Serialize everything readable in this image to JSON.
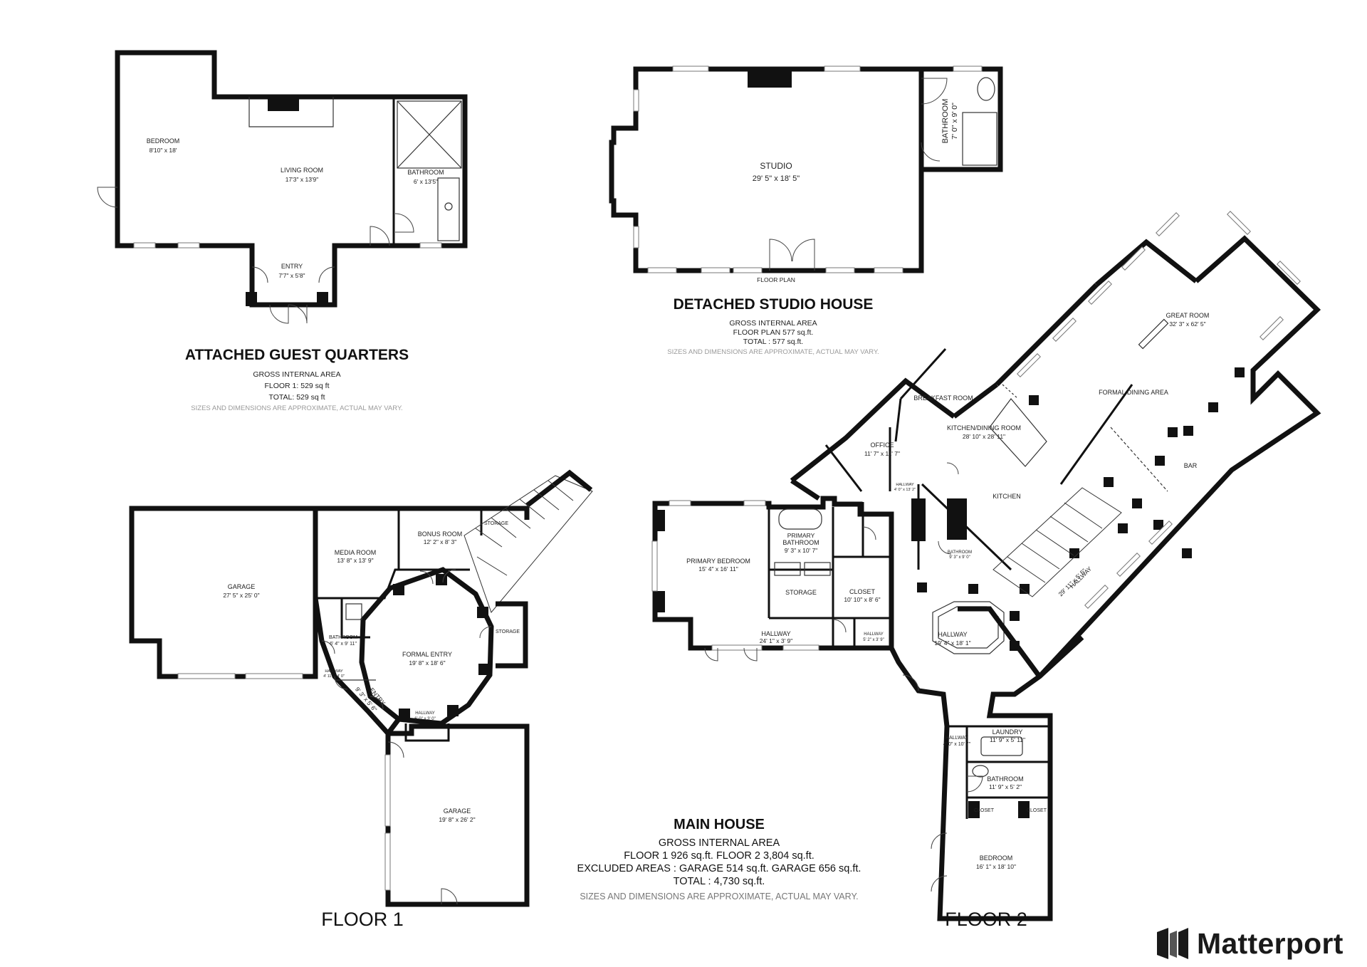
{
  "guest_quarters": {
    "title": "ATTACHED GUEST QUARTERS",
    "area_heading": "GROSS INTERNAL AREA",
    "floor1": "FLOOR 1: 529 sq ft",
    "total": "TOTAL: 529 sq ft",
    "note": "SIZES AND DIMENSIONS ARE APPROXIMATE, ACTUAL MAY VARY.",
    "rooms": {
      "bedroom": {
        "name": "BEDROOM",
        "dim": "8'10\" x 18'"
      },
      "living": {
        "name": "LIVING ROOM",
        "dim": "17'3\" x 13'9\""
      },
      "bathroom": {
        "name": "BATHROOM",
        "dim": "6' x 13'5\""
      },
      "entry": {
        "name": "ENTRY",
        "dim": "7'7\" x 5'8\""
      }
    }
  },
  "studio": {
    "title": "DETACHED STUDIO HOUSE",
    "area_heading": "GROSS INTERNAL AREA",
    "floor_plan_area": "FLOOR PLAN 577 sq.ft.",
    "total": "TOTAL :  577 sq.ft.",
    "note": "SIZES AND DIMENSIONS ARE APPROXIMATE, ACTUAL MAY VARY.",
    "floor_plan_label": "FLOOR PLAN",
    "rooms": {
      "studio": {
        "name": "STUDIO",
        "dim": "29' 5\" x 18' 5\""
      },
      "bathroom": {
        "name": "BATHROOM",
        "dim": "7' 0\" x 9' 0\""
      }
    }
  },
  "floor1": {
    "label": "FLOOR 1",
    "rooms": {
      "garage_a": {
        "name": "GARAGE",
        "dim": "27' 5\" x 25' 0\""
      },
      "media": {
        "name": "MEDIA ROOM",
        "dim": "13' 8\" x 13' 9\""
      },
      "bonus": {
        "name": "BONUS ROOM",
        "dim": "12' 2\" x 8' 3\""
      },
      "storage_top": {
        "name": "STORAGE"
      },
      "storage_side": {
        "name": "STORAGE"
      },
      "bathroom": {
        "name": "BATHROOM",
        "dim": "6' 4\" x 9' 11\""
      },
      "formal_entry": {
        "name": "FORMAL ENTRY",
        "dim": "19' 8\" x 18' 6\""
      },
      "hallway_a": {
        "name": "HALLWAY",
        "dim": "4' 11\" x 4' 0\""
      },
      "entry": {
        "name": "ENTRY",
        "dim": "9' 3\" x 5' 6\""
      },
      "hallway_b": {
        "name": "HALLWAY",
        "dim": "6' 0\" x 3' 0\""
      },
      "garage_b": {
        "name": "GARAGE",
        "dim": "19' 8\" x 26' 2\""
      }
    }
  },
  "floor2": {
    "label": "FLOOR 2",
    "rooms": {
      "great_room": {
        "name": "GREAT ROOM",
        "dim": "32' 3\" x 62' 5\""
      },
      "formal_dining": {
        "name": "FORMAL DINING AREA"
      },
      "breakfast": {
        "name": "BREAKFAST ROOM"
      },
      "kitchen_dining": {
        "name": "KITCHEN/DINING ROOM",
        "dim": "28' 10\" x 28' 11\""
      },
      "office": {
        "name": "OFFICE",
        "dim": "11' 7\" x 11' 7\""
      },
      "kitchen": {
        "name": "KITCHEN"
      },
      "bar": {
        "name": "BAR"
      },
      "hallway_small": {
        "name": "HALLWAY",
        "dim": "4' 0\" x 13' 2\""
      },
      "bathroom_small": {
        "name": "BATHROOM",
        "dim": "9' 3\" x 9' 0\""
      },
      "hallway_long": {
        "name": "HALLWAY",
        "dim": "29' 11\" x 5' 5\""
      },
      "primary_bedroom": {
        "name": "PRIMARY BEDROOM",
        "dim": "15' 4\" x 16' 11\""
      },
      "primary_bathroom": {
        "name": "PRIMARY BATHROOM",
        "dim": "9' 3\" x 10' 7\""
      },
      "storage": {
        "name": "STORAGE"
      },
      "closet": {
        "name": "CLOSET",
        "dim": "10' 10\" x 8' 6\""
      },
      "hallway_primary": {
        "name": "HALLWAY",
        "dim": "24' 1\" x 3' 9\""
      },
      "hallway_tiny": {
        "name": "HALLWAY",
        "dim": "5' 2\" x 3' 9\""
      },
      "hallway_foyer": {
        "name": "HALLWAY",
        "dim": "19' 4\" x 18' 1\""
      },
      "hallway_wing": {
        "name": "HALLWAY",
        "dim": "4' 0\" x 10' 7\""
      },
      "laundry": {
        "name": "LAUNDRY",
        "dim": "11' 9\" x 5' 11\""
      },
      "bathroom_wing": {
        "name": "BATHROOM",
        "dim": "11' 9\" x 5' 2\""
      },
      "closet_a": {
        "name": "CLOSET"
      },
      "closet_b": {
        "name": "CLOSET"
      },
      "bedroom": {
        "name": "BEDROOM",
        "dim": "16' 1\" x 18' 10\""
      }
    }
  },
  "main_house": {
    "title": "MAIN HOUSE",
    "area_heading": "GROSS INTERNAL AREA",
    "floors_line": "FLOOR 1 926 sq.ft.   FLOOR 2 3,804 sq.ft.",
    "excluded_line": "EXCLUDED AREAS :  GARAGE 514 sq.ft.   GARAGE 656 sq.ft.",
    "total": "TOTAL :  4,730 sq.ft.",
    "note": "SIZES AND DIMENSIONS ARE APPROXIMATE, ACTUAL MAY VARY."
  },
  "brand": {
    "name": "Matterport",
    "logo_icon": "matterport-logo-icon"
  }
}
